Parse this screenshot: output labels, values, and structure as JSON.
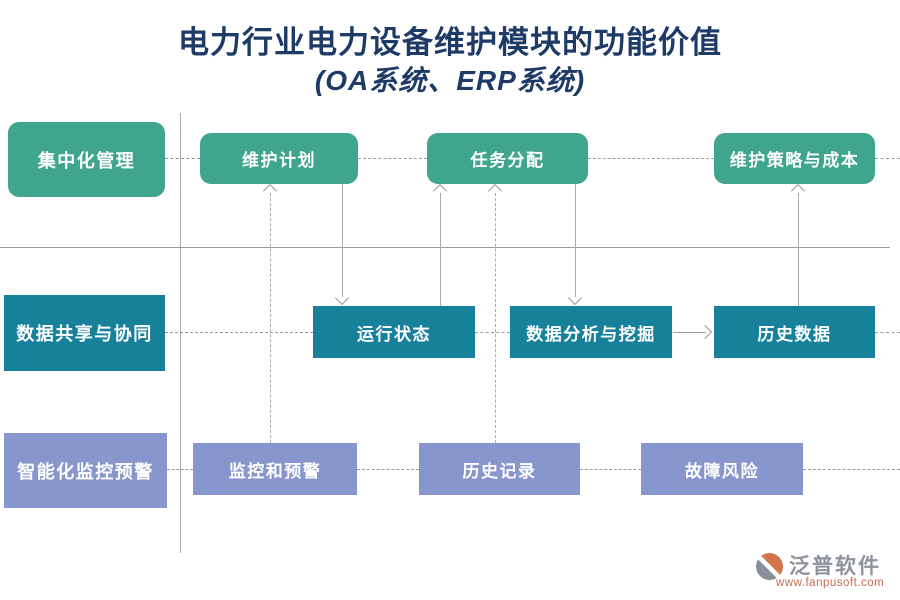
{
  "title": {
    "line1": "电力行业电力设备维护模块的功能价值",
    "line2": "(OA系统、ERP系统)"
  },
  "lanes": [
    {
      "category": "集中化管理",
      "nodes": [
        "维护计划",
        "任务分配",
        "维护策略与成本"
      ]
    },
    {
      "category": "数据共享与协同",
      "nodes": [
        "运行状态",
        "数据分析与挖掘",
        "历史数据"
      ]
    },
    {
      "category": "智能化监控预警",
      "nodes": [
        "监控和预警",
        "历史记录",
        "故障风险"
      ]
    }
  ],
  "edges": [
    {
      "from": "监控和预警",
      "to": "维护计划",
      "style": "dashed",
      "direction": "up"
    },
    {
      "from": "维护计划",
      "to": "运行状态",
      "style": "solid",
      "direction": "down"
    },
    {
      "from": "运行状态",
      "to": "任务分配",
      "style": "solid",
      "direction": "up"
    },
    {
      "from": "历史记录",
      "to": "任务分配",
      "style": "dashed",
      "direction": "up"
    },
    {
      "from": "任务分配",
      "to": "数据分析与挖掘",
      "style": "solid",
      "direction": "down"
    },
    {
      "from": "数据分析与挖掘",
      "to": "历史数据",
      "style": "solid",
      "direction": "right"
    },
    {
      "from": "历史数据",
      "to": "维护策略与成本",
      "style": "solid",
      "direction": "up"
    }
  ],
  "colors": {
    "lane1_box": "#3FA58E",
    "lane2_box": "#17809B",
    "lane3_box": "#8796CD",
    "title_text": "#1E3A66",
    "connector_line": "#9B9B9B",
    "watermark_brand": "#8D929C",
    "watermark_url": "#C96A50"
  },
  "watermark": {
    "brand": "泛普软件",
    "url": "www.fanpusoft.com"
  }
}
